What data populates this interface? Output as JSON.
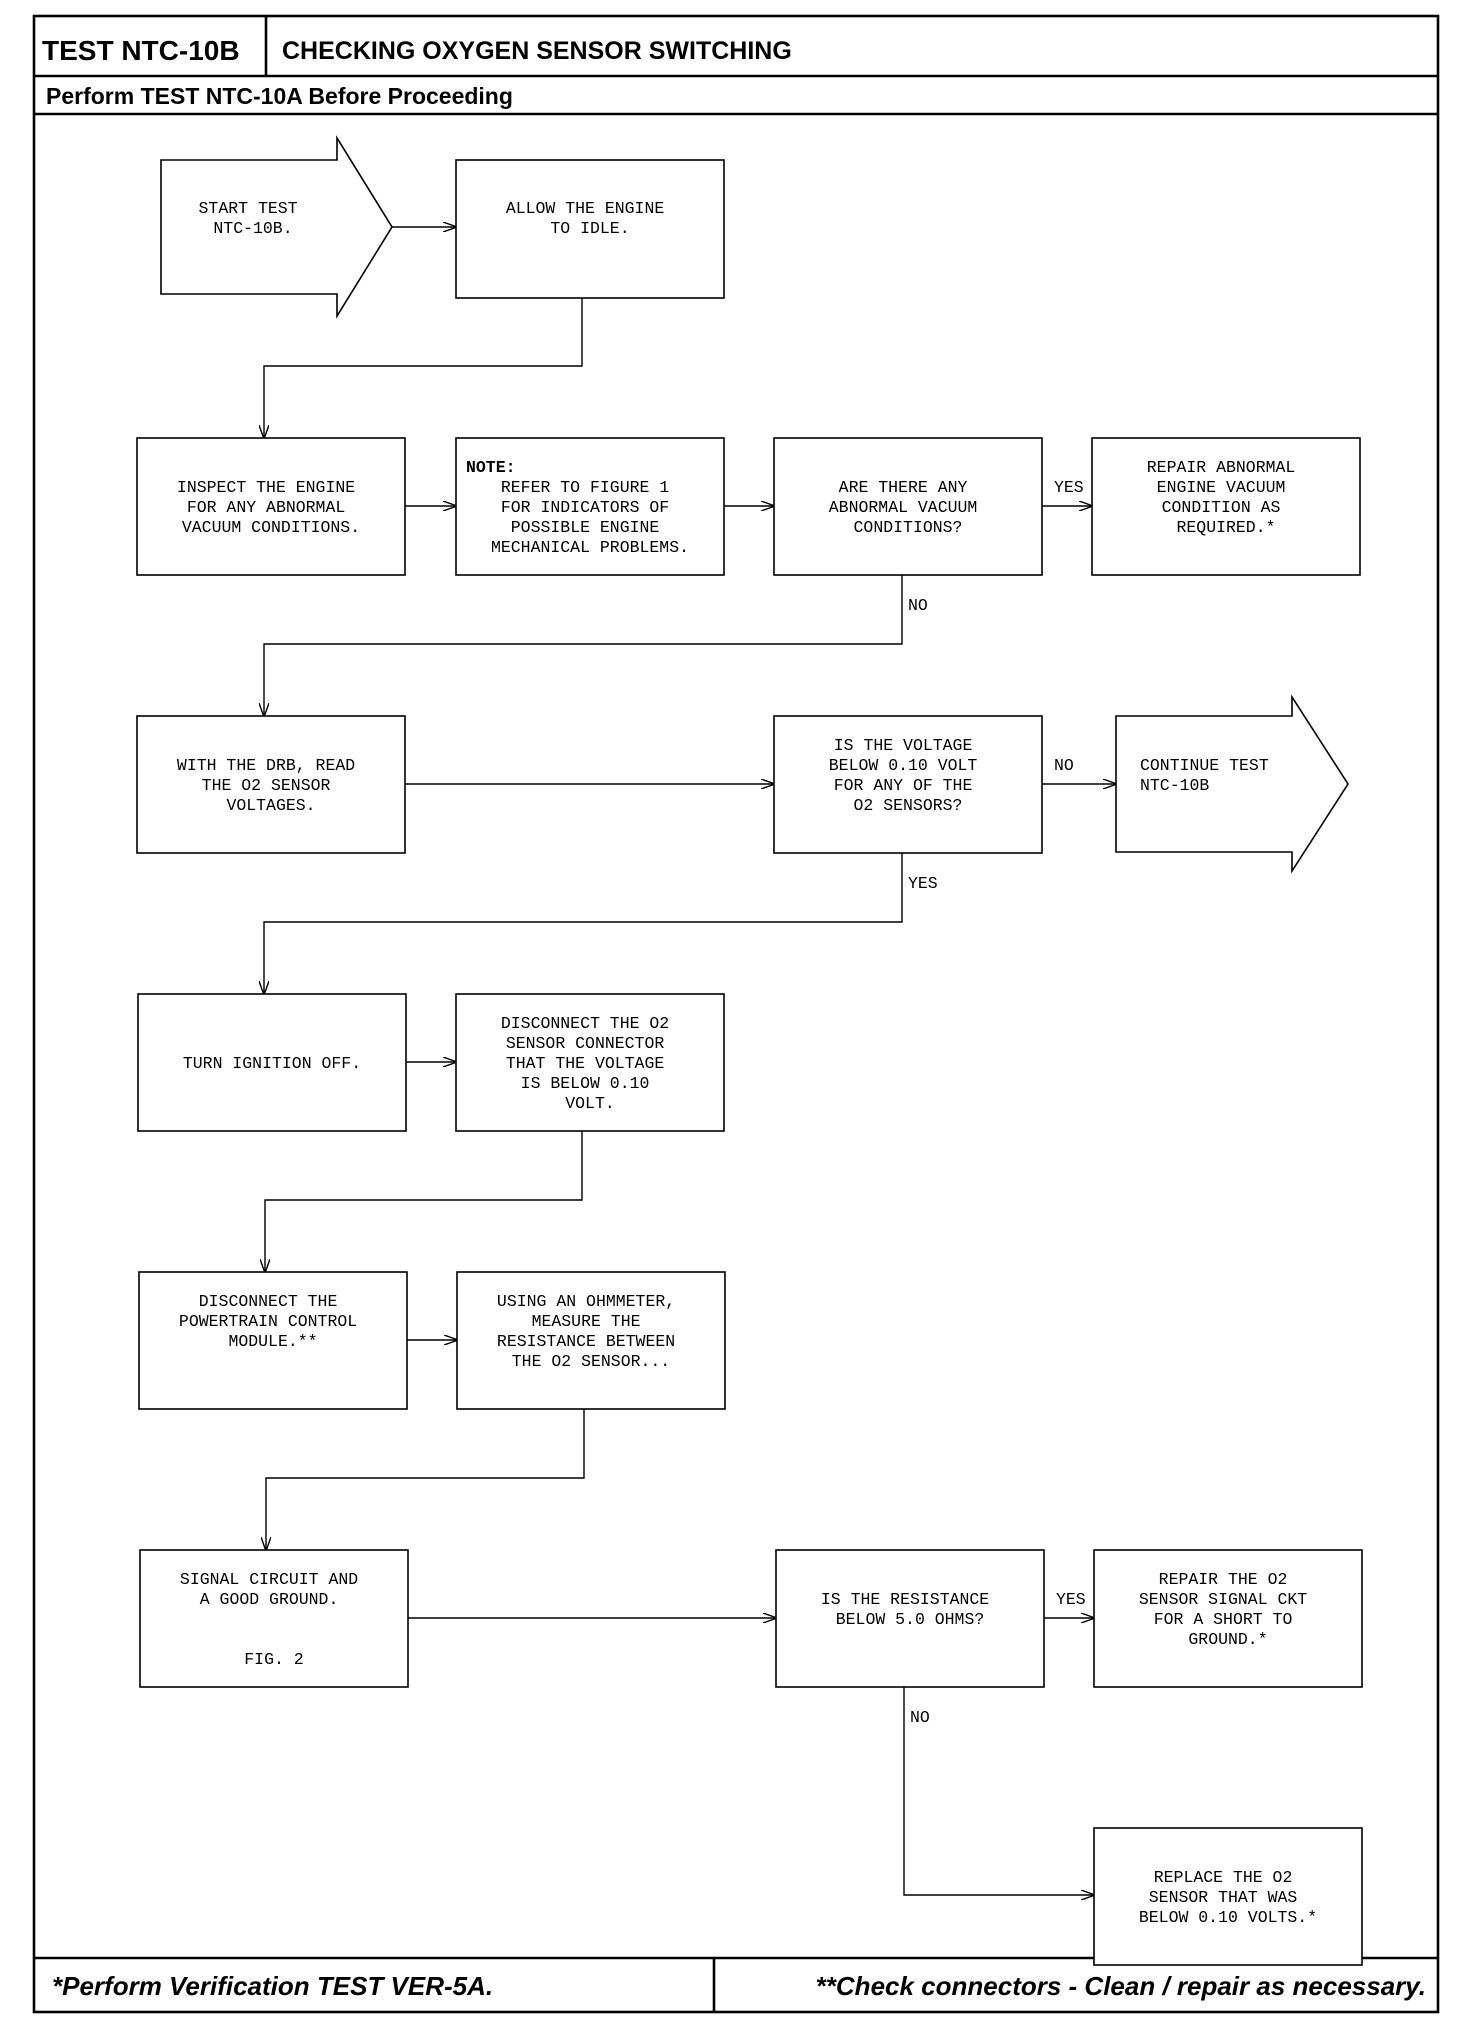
{
  "header": {
    "test_id": "TEST NTC-10B",
    "title": "CHECKING OXYGEN SENSOR SWITCHING",
    "prerequisite": "Perform TEST NTC-10A Before Proceeding"
  },
  "footer": {
    "left": "*Perform Verification TEST VER-5A.",
    "right": "**Check connectors - Clean / repair as necessary."
  },
  "nodes": {
    "start": {
      "lines": [
        "START TEST",
        "NTC-10B."
      ]
    },
    "idle": {
      "lines": [
        "ALLOW THE ENGINE",
        "TO IDLE."
      ]
    },
    "inspect": {
      "lines": [
        "INSPECT THE ENGINE",
        "FOR ANY ABNORMAL",
        "VACUUM CONDITIONS."
      ]
    },
    "note": {
      "title": "NOTE:",
      "lines": [
        "REFER TO FIGURE 1",
        "FOR INDICATORS OF",
        "POSSIBLE ENGINE",
        "MECHANICAL PROBLEMS."
      ]
    },
    "vacuum_q": {
      "lines": [
        "ARE THERE ANY",
        "ABNORMAL VACUUM",
        "CONDITIONS?"
      ]
    },
    "repair_vacuum": {
      "lines": [
        "REPAIR ABNORMAL",
        "ENGINE VACUUM",
        "CONDITION AS",
        "REQUIRED.*"
      ]
    },
    "read_voltage": {
      "lines": [
        "WITH THE DRB, READ",
        "THE O2 SENSOR",
        "VOLTAGES."
      ]
    },
    "voltage_q": {
      "lines": [
        "IS THE VOLTAGE",
        "BELOW 0.10 VOLT",
        "FOR ANY OF THE",
        "O2 SENSORS?"
      ]
    },
    "continue": {
      "lines": [
        "CONTINUE TEST",
        "NTC-10B"
      ]
    },
    "ignition_off": {
      "lines": [
        "TURN IGNITION OFF."
      ]
    },
    "disconnect_o2": {
      "lines": [
        "DISCONNECT THE O2",
        "SENSOR CONNECTOR",
        "THAT THE VOLTAGE",
        "IS BELOW 0.10",
        "VOLT."
      ]
    },
    "disconnect_pcm": {
      "lines": [
        "DISCONNECT THE",
        "POWERTRAIN CONTROL",
        "MODULE.**"
      ]
    },
    "ohmmeter": {
      "lines": [
        "USING AN OHMMETER,",
        "MEASURE THE",
        "RESISTANCE BETWEEN",
        "THE O2 SENSOR..."
      ]
    },
    "signal_ground": {
      "lines": [
        "SIGNAL CIRCUIT AND",
        "A GOOD GROUND."
      ],
      "figure": "FIG. 2"
    },
    "resistance_q": {
      "lines": [
        "IS THE RESISTANCE",
        "BELOW 5.0 OHMS?"
      ]
    },
    "repair_short": {
      "lines": [
        "REPAIR THE O2",
        "SENSOR SIGNAL CKT",
        "FOR A SHORT TO",
        "GROUND.*"
      ]
    },
    "replace_sensor": {
      "lines": [
        "REPLACE THE O2",
        "SENSOR THAT WAS",
        "BELOW 0.10 VOLTS.*"
      ]
    }
  },
  "branch_labels": {
    "vacuum_yes": "YES",
    "vacuum_no": "NO",
    "voltage_no": "NO",
    "voltage_yes": "YES",
    "resistance_yes": "YES",
    "resistance_no": "NO"
  }
}
